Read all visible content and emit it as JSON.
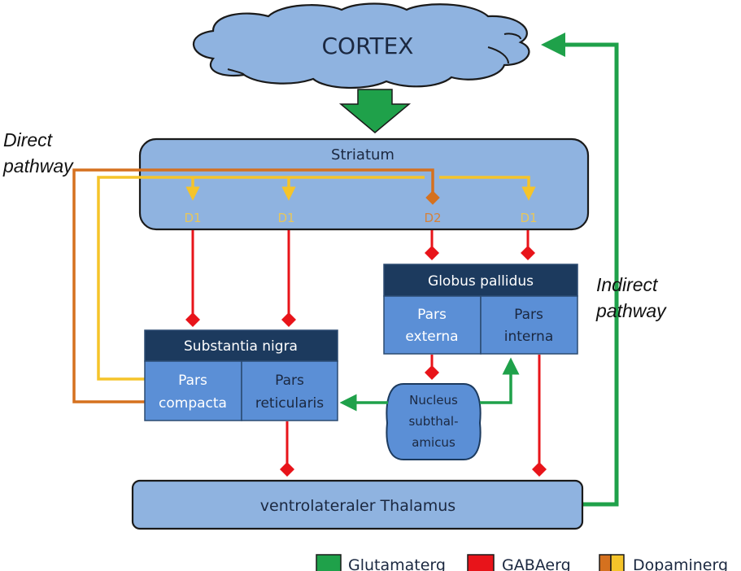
{
  "colors": {
    "cloud_fill": "#8fb3e0",
    "box_light": "#8fb3e0",
    "box_header": "#1c3a5e",
    "box_cell": "#5b8fd6",
    "glutamate": "#1fa14a",
    "gaba": "#e8141a",
    "dopamine_dark": "#d5711f",
    "dopamine_light": "#f5c42a",
    "text_dark": "#1b2840",
    "text_white": "#ffffff"
  },
  "nodes": {
    "cortex": "CORTEX",
    "striatum": "Striatum",
    "receptors": [
      "D1",
      "D1",
      "D2",
      "D1"
    ],
    "globus_pallidus": {
      "title": "Globus pallidus",
      "externa_line1": "Pars",
      "externa_line2": "externa",
      "interna_line1": "Pars",
      "interna_line2": "interna"
    },
    "substantia_nigra": {
      "title": "Substantia nigra",
      "compacta_line1": "Pars",
      "compacta_line2": "compacta",
      "reticularis_line1": "Pars",
      "reticularis_line2": "reticularis"
    },
    "subthalamic": {
      "line1": "Nucleus",
      "line2": "subthal-",
      "line3": "amicus"
    },
    "thalamus": "ventrolateraler Thalamus"
  },
  "labels": {
    "direct_line1": "Direct",
    "direct_line2": "pathway",
    "indirect_line1": "Indirect",
    "indirect_line2": "pathway"
  },
  "legend": [
    {
      "label": "Glutamaterg",
      "color": "#1fa14a"
    },
    {
      "label": "GABAerg",
      "color": "#e8141a"
    },
    {
      "label": "Dopaminerg",
      "color": "#d5711f",
      "color2": "#f5c42a"
    }
  ]
}
